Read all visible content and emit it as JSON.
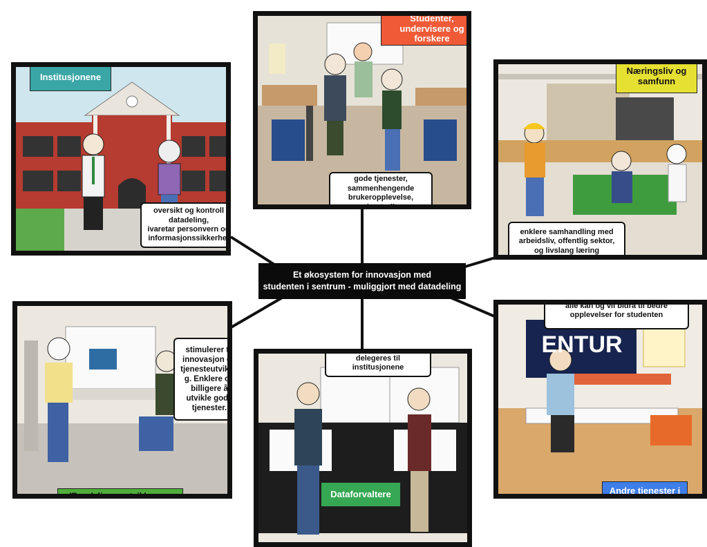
{
  "center_title": "Et økosystem for innovasjon med\nstudenten i sentrum - muliggjort med datadeling",
  "panels": {
    "institusjonene": {
      "tag": "Institusjonene",
      "tag_color": "#3aa6a6",
      "bubble": "oversikt og kontroll\ndatadeling,\nivaretar personvern og\ninformasjonssikkerhet"
    },
    "studenter": {
      "tag": "Studenter, undervisere\nog forskere",
      "tag_color": "#f05a37",
      "bubble": "gode tjenester,\nsammenhengende\nbrukeropplevelse, kontroll\nover egne data"
    },
    "naeringsliv": {
      "tag": "Næringsliv og\nsamfunn",
      "tag_color": "#e6e033",
      "bubble": "enklere samhandling med\narbeidsliv, offentlig sektor,\nog livslang læring"
    },
    "it": {
      "tag": "IT-avdelinger, utviklere og edTech",
      "tag_color": "#4fae3b",
      "bubble": "stimulerer til\ninnovasjon og\ntjenesteutviklin\ng. Enklere og\nbilligere å\nutvikle gode\ntjenester."
    },
    "dataforvaltere": {
      "tag": "Dataforvaltere",
      "tag_color": "#36a853",
      "bubble": "enklere å dele data på en\nsikker måte, kontroll\ndelegeres til institusjonene"
    },
    "andre": {
      "tag": "Andre tjenester i\nsamfunnet",
      "tag_color": "#3f7ee8",
      "bubble": "alle kan og vil bidra til bedre\nopplevelser for studenten",
      "sign_text": "ENTUR"
    }
  }
}
